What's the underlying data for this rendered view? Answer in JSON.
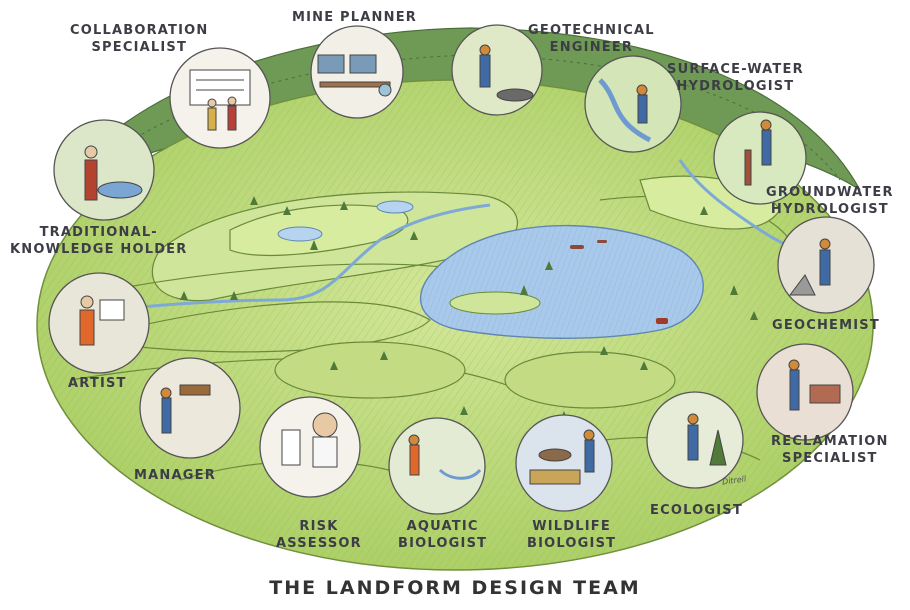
{
  "title": "THE LANDFORM DESIGN TEAM",
  "signature": "Ditrell",
  "roles": {
    "collaboration_specialist": [
      "COLLABORATION",
      "SPECIALIST"
    ],
    "mine_planner": [
      "MINE PLANNER"
    ],
    "geotechnical_engineer": [
      "GEOTECHNICAL",
      "ENGINEER"
    ],
    "surface_water_hydrologist": [
      "SURFACE-WATER",
      "HYDROLOGIST"
    ],
    "groundwater_hydrologist": [
      "GROUNDWATER",
      "HYDROLOGIST"
    ],
    "traditional_knowledge_holder": [
      "TRADITIONAL-",
      "KNOWLEDGE HOLDER"
    ],
    "geochemist": [
      "GEOCHEMIST"
    ],
    "artist": [
      "ARTIST"
    ],
    "reclamation_specialist": [
      "RECLAMATION",
      "SPECIALIST"
    ],
    "manager": [
      "MANAGER"
    ],
    "ecologist": [
      "ECOLOGIST"
    ],
    "risk_assessor": [
      "RISK",
      "ASSESSOR"
    ],
    "aquatic_biologist": [
      "AQUATIC",
      "BIOLOGIST"
    ],
    "wildlife_biologist": [
      "WILDLIFE",
      "BIOLOGIST"
    ]
  },
  "colors": {
    "landform": "#c9e08a",
    "landform_dark": "#a8cc63",
    "forest": "#5f8a4c",
    "water": "#a9c9ea",
    "label": "#3d3d46"
  }
}
